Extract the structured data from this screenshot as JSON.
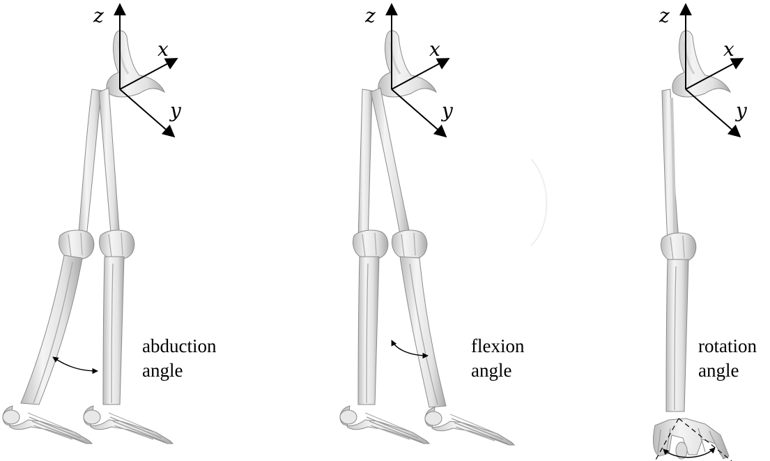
{
  "axes": {
    "x_label": "x",
    "y_label": "y",
    "z_label": "z"
  },
  "panels": [
    {
      "caption_line1": "abduction",
      "caption_line2": "angle"
    },
    {
      "caption_line1": "flexion",
      "caption_line2": "angle"
    },
    {
      "caption_line1": "rotation",
      "caption_line2": "angle"
    }
  ],
  "colors": {
    "bone_fill": "#e6e6e6",
    "bone_shade": "#b9b9b9",
    "bone_light": "#f7f7f7",
    "bone_stroke": "#8a8a8a",
    "ink": "#000000"
  },
  "icons": [
    "skeleton-leg",
    "double-headed-arrow",
    "coordinate-axes"
  ]
}
